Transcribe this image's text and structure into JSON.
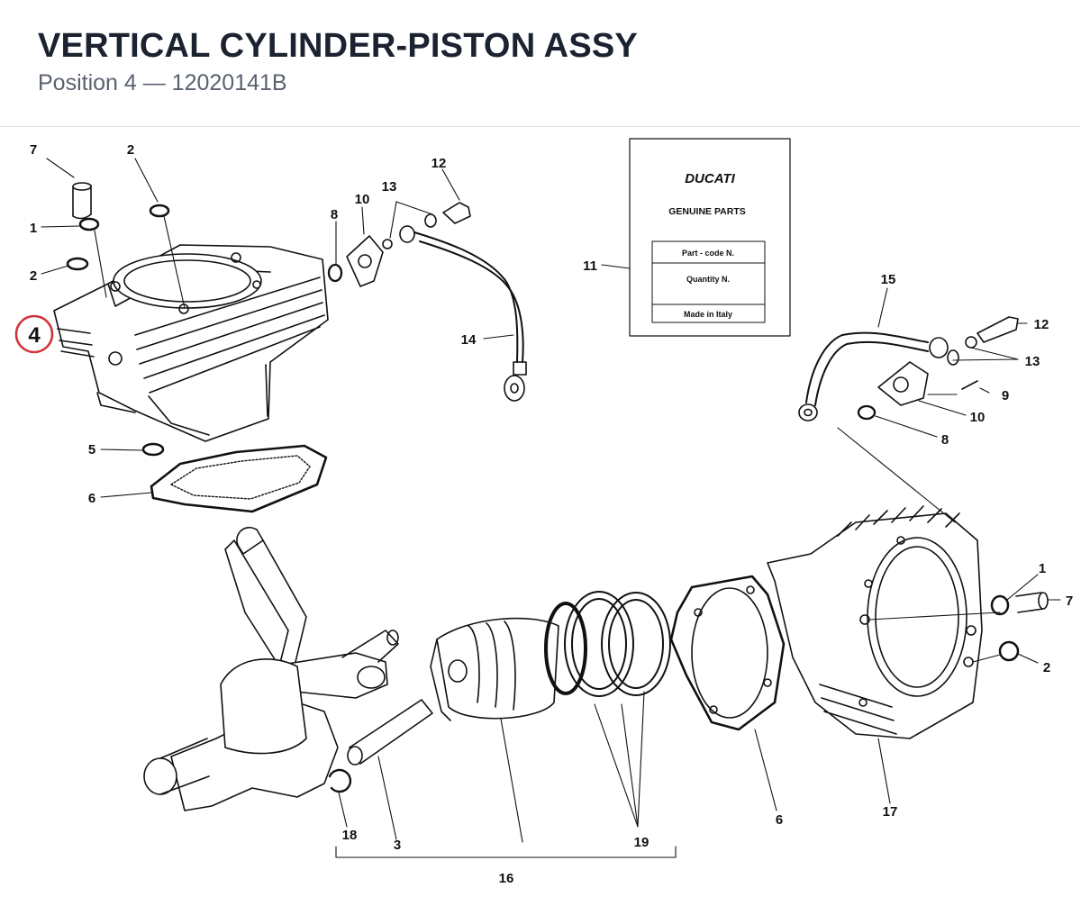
{
  "header": {
    "title": "VERTICAL CYLINDER-PISTON ASSY",
    "subtitle": "Position 4 — 12020141B"
  },
  "diagram": {
    "highlight_color": "#d0343c",
    "highlight_label": "4",
    "card": {
      "brand": "DUCATI",
      "heading": "GENUINE PARTS",
      "field1": "Part - code N.",
      "field2": "Quantity N.",
      "field3": "Made in Italy"
    },
    "callouts": {
      "c7a": "7",
      "c2a": "2",
      "c1a": "1",
      "c2b": "2",
      "c5": "5",
      "c6a": "6",
      "c8a": "8",
      "c10a": "10",
      "c13a": "13",
      "c12a": "12",
      "c14": "14",
      "c11": "11",
      "c15": "15",
      "c12b": "12",
      "c13b": "13",
      "c9": "9",
      "c10b": "10",
      "c8b": "8",
      "c1b": "1",
      "c7b": "7",
      "c2c": "2",
      "c6b": "6",
      "c17": "17",
      "c19": "19",
      "c3": "3",
      "c18": "18",
      "c16": "16"
    }
  }
}
